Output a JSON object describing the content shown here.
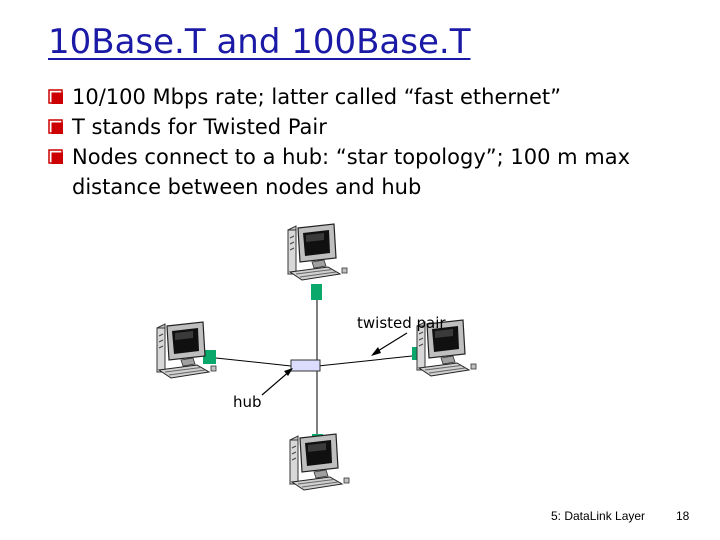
{
  "slide": {
    "title": "10Base.T and 100Base.T",
    "bullets": [
      "10/100 Mbps rate; latter called “fast ethernet”",
      "T stands for Twisted Pair",
      "Nodes connect to a hub: “star topology”; 100 m max distance between nodes and hub"
    ],
    "bullet_icon": "checkbox-bullet-icon",
    "accent_color": "#1a1aa6",
    "bullet_color": "#cc0000"
  },
  "diagram": {
    "twisted_pair_label": "twisted pair",
    "hub_label": "hub",
    "computer_icon": "desktop-computer-icon",
    "hub_icon": "hub-icon",
    "connector_color": "#0aa86a"
  },
  "footer": {
    "section": "5: DataLink Layer",
    "page_number": "18"
  }
}
